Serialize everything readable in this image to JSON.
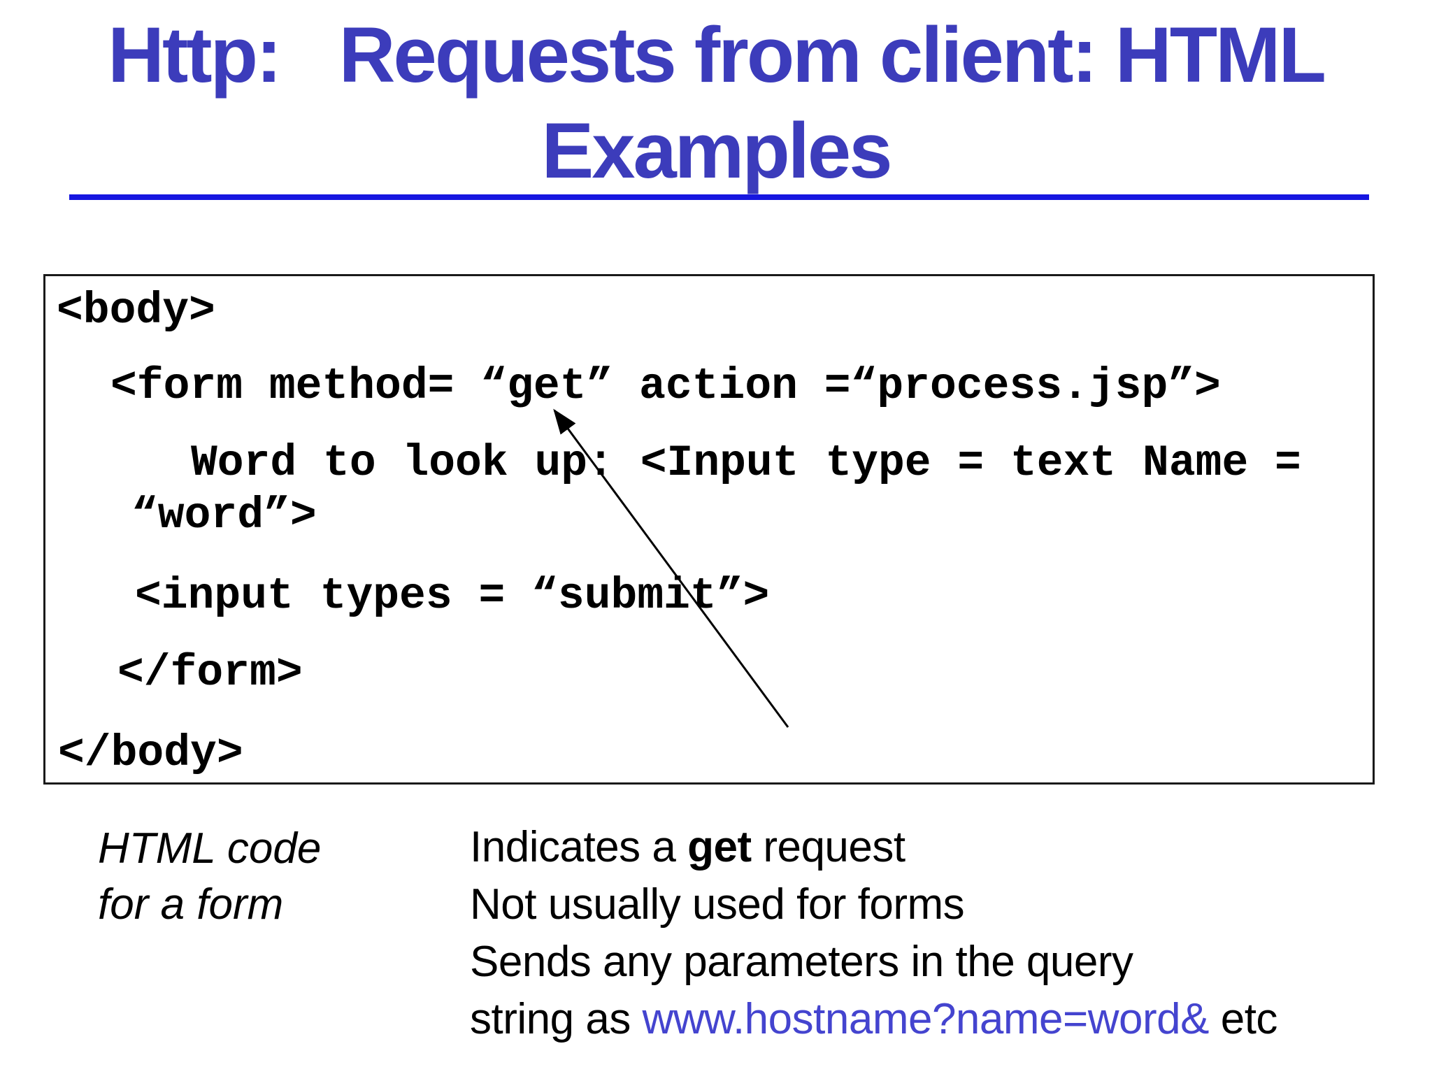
{
  "slide": {
    "title_line1": "Http:   Requests from client: HTML",
    "title_line2": "Examples"
  },
  "colors": {
    "title_blue": "#3c3cbb",
    "rule_blue": "#1616e0",
    "link_blue": "#4444cf",
    "code_text": "#000000",
    "box_border": "#1a1a1a"
  },
  "code_box": {
    "lines": [
      "<body>",
      "<form method= “get” action =“process.jsp”>",
      "Word to look up: <Input type = text Name =",
      "“word”>",
      "<input types = “submit”>",
      "</form>",
      "</body>"
    ]
  },
  "annotation_arrow": {
    "icon": "arrow-up-left-icon",
    "points_to_text": "get"
  },
  "captions": {
    "left": {
      "line1": "HTML code",
      "line2": "for a form"
    },
    "right": {
      "line1_pre": "Indicates a ",
      "line1_bold": "get",
      "line1_post": " request",
      "line2": "Not usually used for forms",
      "line3": "Sends any parameters in the query",
      "line4_pre": "string as ",
      "line4_link": "www.hostname?name=word&",
      "line4_post": " etc"
    }
  }
}
